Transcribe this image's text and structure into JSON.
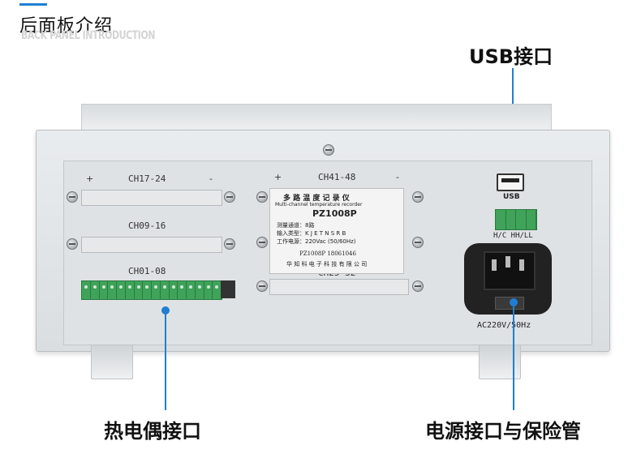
{
  "header": {
    "title": "后面板介绍",
    "subtitle": "BACK PANEL INTRODUCTION"
  },
  "callouts": {
    "usb": "USB接口",
    "thermocouple": "热电偶接口",
    "power": "电源接口与保险管"
  },
  "panel": {
    "channels": [
      "CH17-24",
      "CH09-16",
      "CH01-08",
      "CH41-48",
      "CH25-32"
    ],
    "plus": "+",
    "minus": "-",
    "usb_label": "USB",
    "rs_label": "H/C HH/LL",
    "power_label": "AC220V/50Hz"
  },
  "sticker": {
    "title": "多 路 温 度 记 录 仪",
    "subtitle": "Multi-channel temperature recorder",
    "model": "PZ1008P",
    "line1": "测量通道：8路",
    "line2": "输入类型：K J E T N S R B",
    "line3": "工作电源：220Vac (50/60Hz)",
    "serial": "PZ1008P 18061046",
    "company": "华 知 科 电 子 科 技 有 限 公 司"
  },
  "colors": {
    "accent": "#1e7fd1",
    "terminal_green": "#3fa35a"
  }
}
